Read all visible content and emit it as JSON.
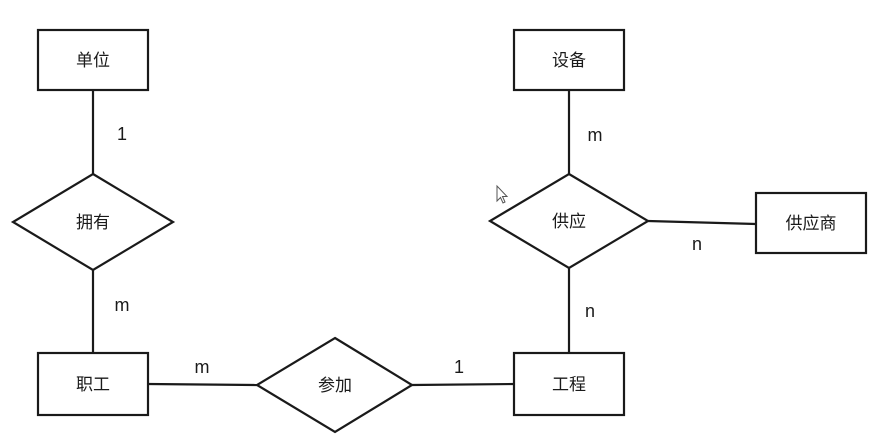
{
  "diagram": {
    "entities": [
      {
        "id": "unit",
        "label": "单位"
      },
      {
        "id": "equipment",
        "label": "设备"
      },
      {
        "id": "supplier",
        "label": "供应商"
      },
      {
        "id": "employee",
        "label": "职工"
      },
      {
        "id": "project",
        "label": "工程"
      }
    ],
    "relationships": [
      {
        "id": "owns",
        "label": "拥有"
      },
      {
        "id": "supplies",
        "label": "供应"
      },
      {
        "id": "participates",
        "label": "参加"
      }
    ],
    "connections": [
      {
        "from": "unit",
        "to": "owns",
        "cardinality": "1"
      },
      {
        "from": "owns",
        "to": "employee",
        "cardinality": "m"
      },
      {
        "from": "equipment",
        "to": "supplies",
        "cardinality": "m"
      },
      {
        "from": "supplies",
        "to": "supplier",
        "cardinality": "n"
      },
      {
        "from": "supplies",
        "to": "project",
        "cardinality": "n"
      },
      {
        "from": "employee",
        "to": "participates",
        "cardinality": "m"
      },
      {
        "from": "participates",
        "to": "project",
        "cardinality": "1"
      }
    ],
    "colors": {
      "stroke": "#1a1a1a",
      "background": "#ffffff"
    }
  },
  "cursor": {
    "icon": "mouse-pointer-icon"
  }
}
